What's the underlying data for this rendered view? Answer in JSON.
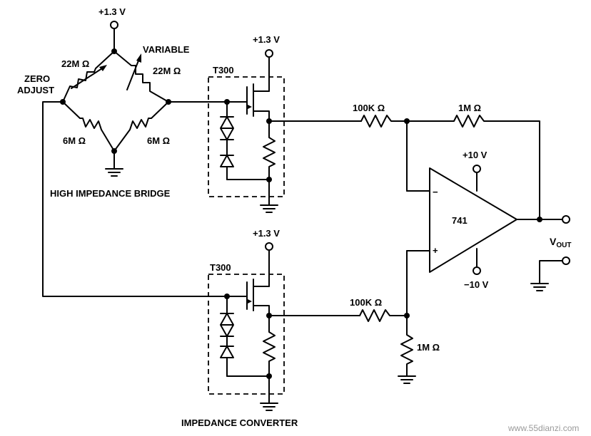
{
  "labels": {
    "bridge_supply": "+1.3 V",
    "variable": "VARIABLE",
    "r_top_left": "22M Ω",
    "r_top_right": "22M Ω",
    "zero": "ZERO",
    "adjust": "ADJUST",
    "r_bottom_left": "6M Ω",
    "r_bottom_right": "6M Ω",
    "bridge_title": "HIGH IMPEDANCE BRIDGE",
    "t1_name": "T300",
    "t1_supply": "+1.3 V",
    "t2_name": "T300",
    "t2_supply": "+1.3 V",
    "converter_title": "IMPEDANCE CONVERTER",
    "r_in_top": "100K Ω",
    "r_feedback": "1M Ω",
    "r_in_bottom": "100K Ω",
    "r_ground": "1M Ω",
    "opamp": "741",
    "pos_supply": "+10 V",
    "neg_supply": "−10 V",
    "minus": "−",
    "plus": "+",
    "vout_main": "V",
    "vout_sub": "OUT",
    "watermark": "www.55dianzi.com"
  }
}
